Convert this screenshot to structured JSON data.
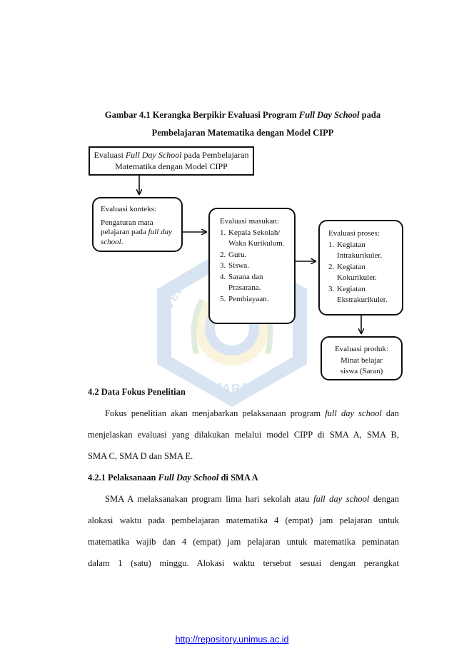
{
  "caption": {
    "line1_a": "Gambar 4.1 Kerangka Berpikir Evaluasi Program ",
    "line1_em": "Full Day School",
    "line1_b": " pada",
    "line2": "Pembelajaran Matematika dengan Model CIPP"
  },
  "diagram": {
    "top_box": {
      "a": "Evaluasi ",
      "em": "Full Day School",
      "b": " pada Pembelajaran",
      "line2": "Matematika dengan Model CIPP"
    },
    "context": {
      "title": "Evaluasi konteks:",
      "text": "Pengaturan mata pelajaran pada ",
      "em": "full day school",
      "end": "."
    },
    "input": {
      "title": "Evaluasi masukan:",
      "items": [
        "Kepala Sekolah/ Waka Kurikulum.",
        "Guru.",
        "Siswa.",
        "Sarana dan Prasarana.",
        "Pembiayaan."
      ]
    },
    "process": {
      "title": "Evaluasi proses:",
      "items": [
        "Kegiatan Intrakurikuler.",
        "Kegiatan Kokurikuler.",
        "Kegiatan Ekstrakurikuler."
      ]
    },
    "product": {
      "title": "Evaluasi produk:",
      "line1": "Minat belajar",
      "line2": "siswa (Saran)"
    }
  },
  "watermark_text": {
    "top": "UNIVERSITAS MUHAMMADIYAH",
    "bottom": "SEMARANG"
  },
  "section_4_2": {
    "heading": "4.2 Data Fokus Penelitian",
    "p1_a": "Fokus penelitian akan menjabarkan pelaksanaan program ",
    "p1_em": "full day school",
    "p1_b": " dan",
    "p2": "menjelaskan evaluasi yang dilakukan melalui model CIPP di SMA A, SMA B,",
    "p3": "SMA C, SMA D dan SMA E."
  },
  "section_4_2_1": {
    "heading_a": "4.2.1 Pelaksanaan ",
    "heading_em": "Full Day School",
    "heading_b": " di SMA A",
    "p1_a": "SMA A melaksanakan program lima hari sekolah atau ",
    "p1_em": "full day school",
    "p1_b": " dengan",
    "p2": "alokasi waktu pada pembelajaran matematika 4 (empat) jam pelajaran untuk",
    "p3": "matematika wajib dan 4 (empat) jam pelajaran untuk matematika peminatan",
    "p4": "dalam 1 (satu) minggu. Alokasi waktu tersebut sesuai dengan perangkat"
  },
  "footer": {
    "link": "http://repository.unimus.ac.id"
  }
}
